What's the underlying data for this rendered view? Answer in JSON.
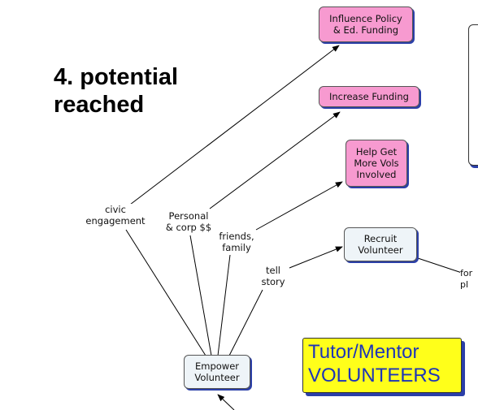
{
  "heading": "4. potential\nreached",
  "nodes": {
    "influence": "Influence Policy\n& Ed. Funding",
    "increase": "Increase Funding",
    "help": "Help Get\nMore Vols\nInvolved",
    "recruit": "Recruit\nVolunteer",
    "empower": "Empower\nVolunteer"
  },
  "links": {
    "civic": "civic\nengagement",
    "personal": "Personal\n& corp $$",
    "friends": "friends,\nfamily",
    "tell": "tell\nstory"
  },
  "cutoff_label": "for\npl",
  "banner": "Tutor/Mentor\nVOLUNTEERS"
}
